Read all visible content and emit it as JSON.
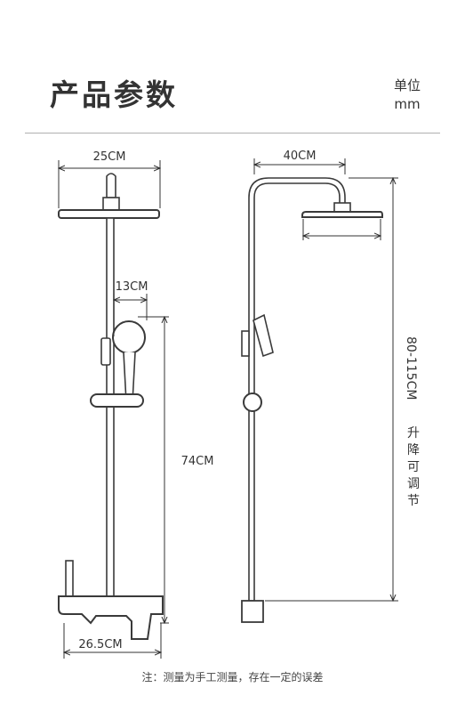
{
  "header": {
    "title": "产品参数",
    "unit_label": "单位",
    "unit_value": "mm"
  },
  "dimensions": {
    "head_width": "25CM",
    "arm_length": "40CM",
    "hand_shower_offset": "13CM",
    "bar_height": "74CM",
    "base_width": "26.5CM",
    "total_height": "80-115CM",
    "adjust_note": "升降可调节"
  },
  "footnote": "注：测量为手工测量，存在一定的误差",
  "colors": {
    "line": "#3a3a3a",
    "fill": "#ffffff",
    "dim_line": "#333333"
  }
}
